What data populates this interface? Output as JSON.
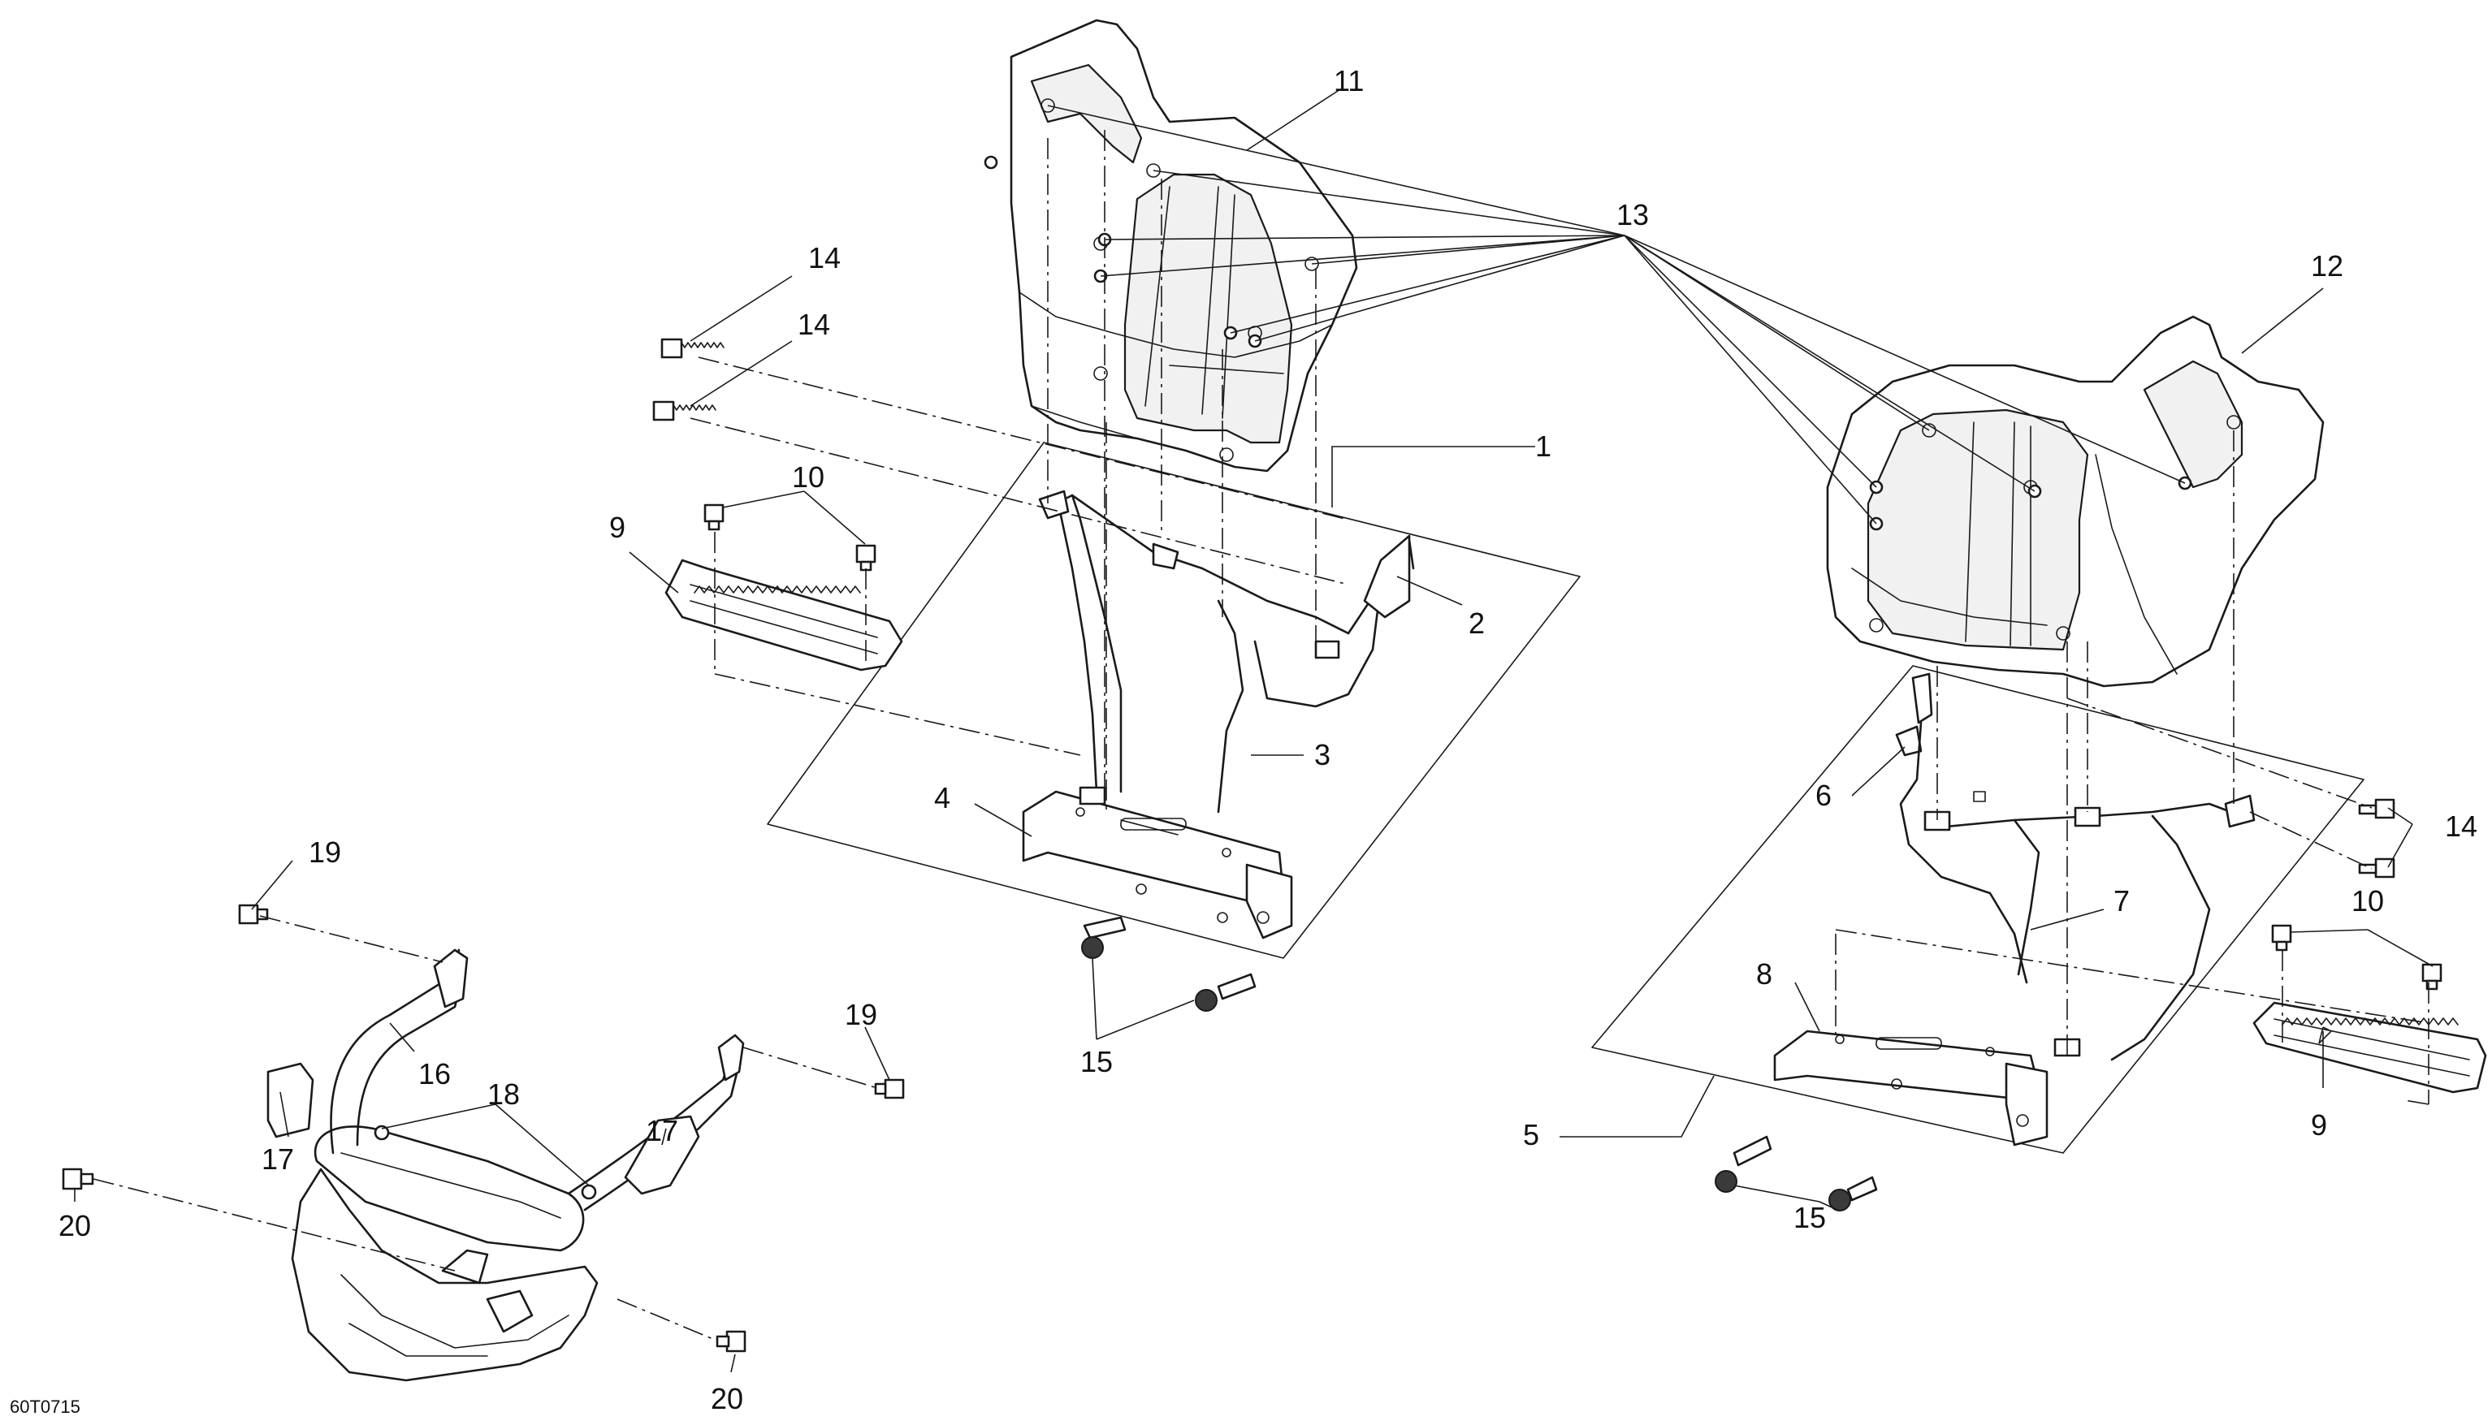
{
  "diagram": {
    "reference_code": "60T0715",
    "callouts": {
      "c1": "1",
      "c2": "2",
      "c3": "3",
      "c4": "4",
      "c5": "5",
      "c6": "6",
      "c7": "7",
      "c8": "8",
      "c9a": "9",
      "c9b": "9",
      "c10a": "10",
      "c10b": "10",
      "c11": "11",
      "c12": "12",
      "c13": "13",
      "c14a": "14",
      "c14b": "14",
      "c14c": "14",
      "c15a": "15",
      "c15b": "15",
      "c16": "16",
      "c17a": "17",
      "c17b": "17",
      "c18": "18",
      "c19a": "19",
      "c19b": "19",
      "c20a": "20",
      "c20b": "20"
    }
  }
}
